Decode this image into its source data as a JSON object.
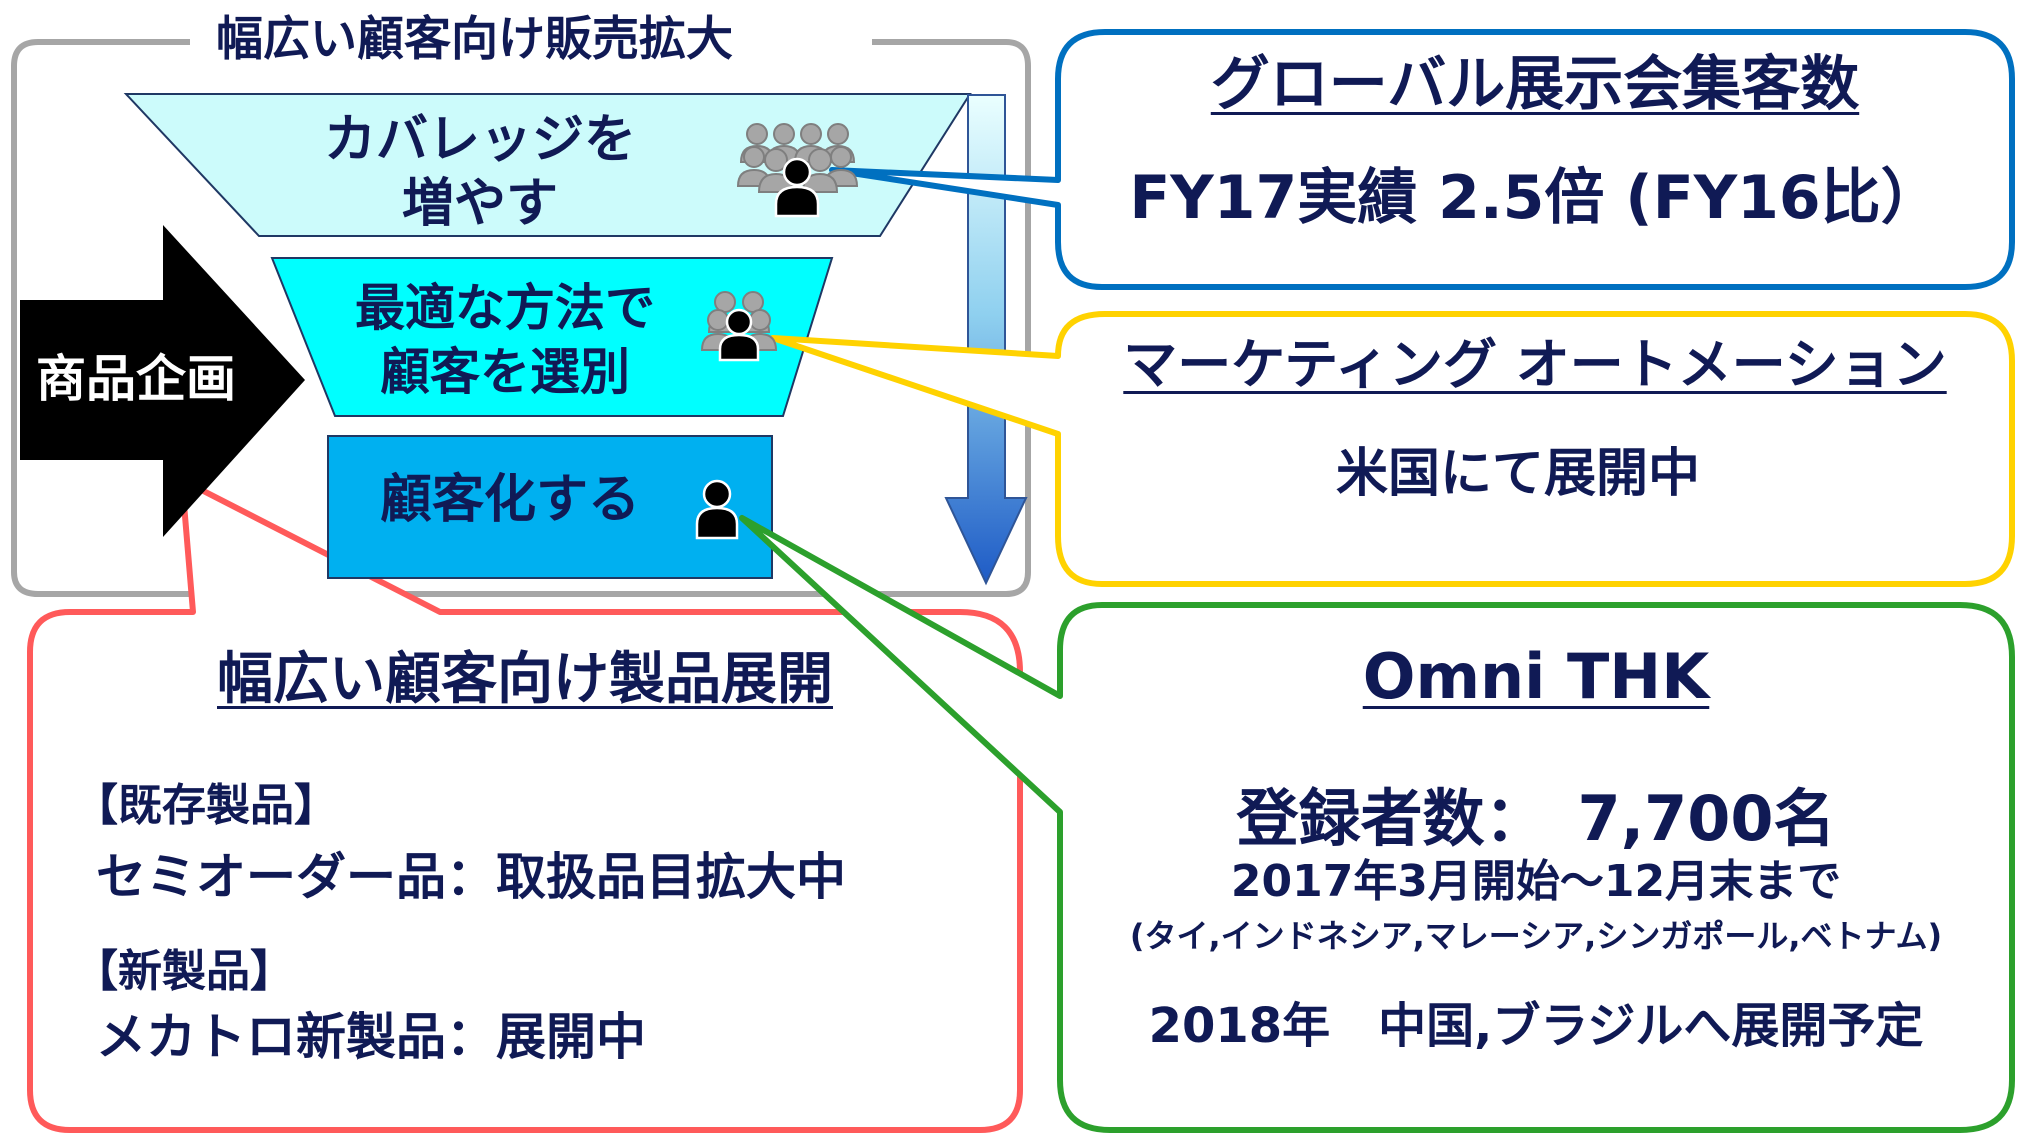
{
  "funnel": {
    "title": "幅広い顧客向け販売拡大",
    "arrow_label": "商品企画",
    "stage1": {
      "line1": "カバレッジを",
      "line2": "増やす"
    },
    "stage2": {
      "line1": "最適な方法で",
      "line2": "顧客を選別"
    },
    "stage3": {
      "label": "顧客化する"
    }
  },
  "global_expo": {
    "title": "グローバル展示会集客数",
    "value": "FY17実績 2.5倍 (FY16比）"
  },
  "marketing": {
    "title": "マーケティング オートメーション",
    "status": "米国にて展開中"
  },
  "omni": {
    "title": "Omni THK",
    "registrants": "登録者数：　7,700名",
    "period": "2017年3月開始～12月末まで",
    "countries": "(タイ,インドネシア,マレーシア,シンガポール,ベトナム)",
    "plan": "2018年　中国,ブラジルへ展開予定"
  },
  "products": {
    "title": "幅広い顧客向け製品展開",
    "existing_heading": "【既存製品】",
    "existing_item": "セミオーダー品：取扱品目拡大中",
    "new_heading": "【新製品】",
    "new_item": "メカトロ新製品：展開中"
  },
  "colors": {
    "frame_gray": "#a6a6a6",
    "stage1_fill": "#ccfbfb",
    "stage2_fill": "#00ffff",
    "stage3_fill": "#00b0f0",
    "blue_callout": "#0070c0",
    "yellow_callout": "#ffd200",
    "green_callout": "#2ca02c",
    "red_callout": "#ff5a5a",
    "text_navy": "#101a55"
  }
}
